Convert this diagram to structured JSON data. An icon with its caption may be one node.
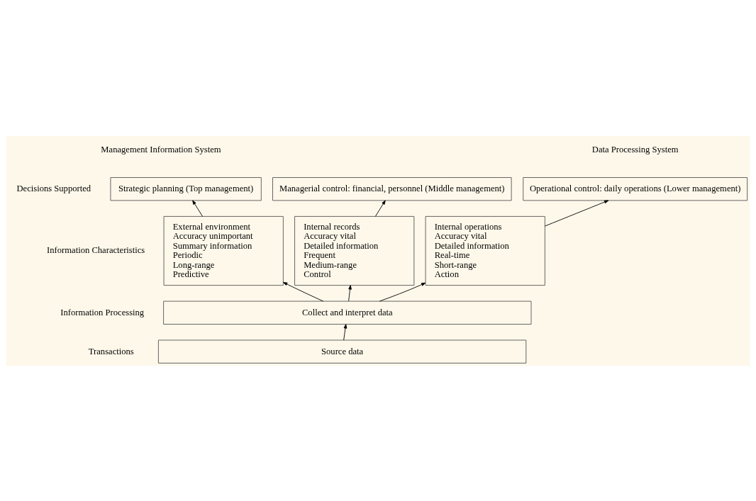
{
  "diagram": {
    "nodes": [
      {
        "text": [
          "Strategic planning (Top management)"
        ]
      },
      {
        "text": [
          "Managerial control: financial, personnel (Middle management)"
        ]
      },
      {
        "text": [
          "Operational control: daily operations (Lower management)"
        ]
      },
      {
        "text": [
          "External environment",
          "Accuracy unimportant",
          "Summary information",
          "Periodic",
          "Long-range",
          "Predictive"
        ]
      },
      {
        "text": [
          "Internal records",
          "Accuracy vital",
          "Detailed information",
          "Frequent",
          "Medium-range",
          "Control"
        ]
      },
      {
        "text": [
          "Internal operations",
          "Accuracy vital",
          "Detailed information",
          "Real-time",
          "Short-range",
          "Action"
        ]
      },
      {
        "text": [
          "Collect and interpret data"
        ]
      },
      {
        "text": [
          "Source data"
        ]
      }
    ],
    "edges": [
      {
        "from": 3,
        "to": 0,
        "arrow": "to"
      },
      {
        "from": 4,
        "to": 1,
        "arrow": "to"
      },
      {
        "from": 5,
        "to": 2,
        "arrow": "to"
      },
      {
        "from": 6,
        "to": 3,
        "arrow": "to"
      },
      {
        "from": 6,
        "to": 4,
        "arrow": "to"
      },
      {
        "from": 6,
        "to": 5,
        "arrow": "to"
      },
      {
        "from": 7,
        "to": 6,
        "arrow": "to"
      }
    ],
    "labels": [
      "Management Information System",
      "Data Processing System",
      "Decisions Supported",
      "Information Characteristics",
      "Information Processing",
      "Transactions"
    ]
  }
}
